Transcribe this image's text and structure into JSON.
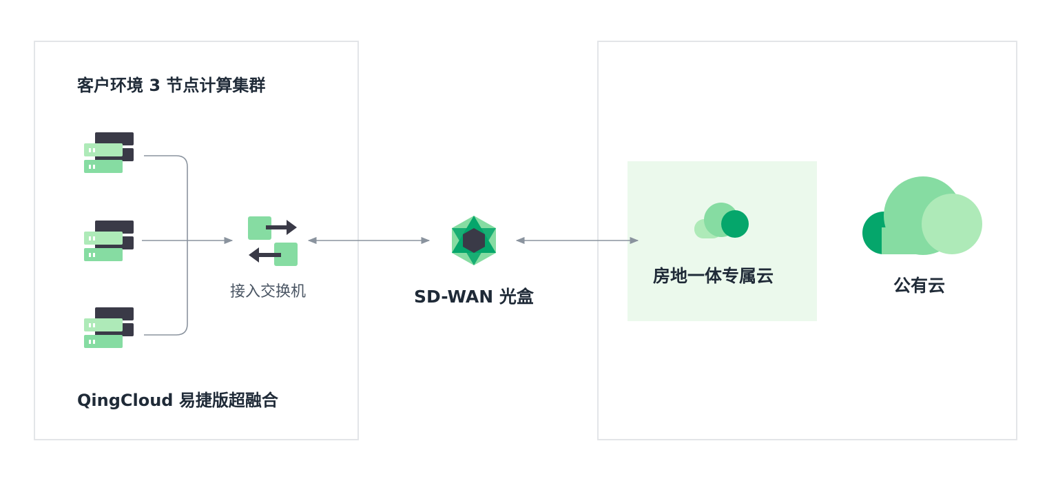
{
  "left_group": {
    "title": "客户环境 3 节点计算集群",
    "footer": "QingCloud 易捷版超融合"
  },
  "nodes": {
    "switch_label": "接入交换机",
    "sdwan_label": "SD-WAN 光盒",
    "dedicated_cloud_label": "房地一体专属云",
    "public_cloud_label": "公有云"
  },
  "icons": [
    "server-icon",
    "server-icon",
    "server-icon",
    "switch-icon",
    "sdwan-box-icon",
    "dedicated-cloud-icon",
    "public-cloud-icon"
  ],
  "colors": {
    "dark": "#3a3a47",
    "green_light": "#aeeab8",
    "green_mid": "#86dca2",
    "green_dark": "#05a66b",
    "panel_bg": "#ebf9ec",
    "line": "#8a939e",
    "border": "#e3e5e8"
  }
}
